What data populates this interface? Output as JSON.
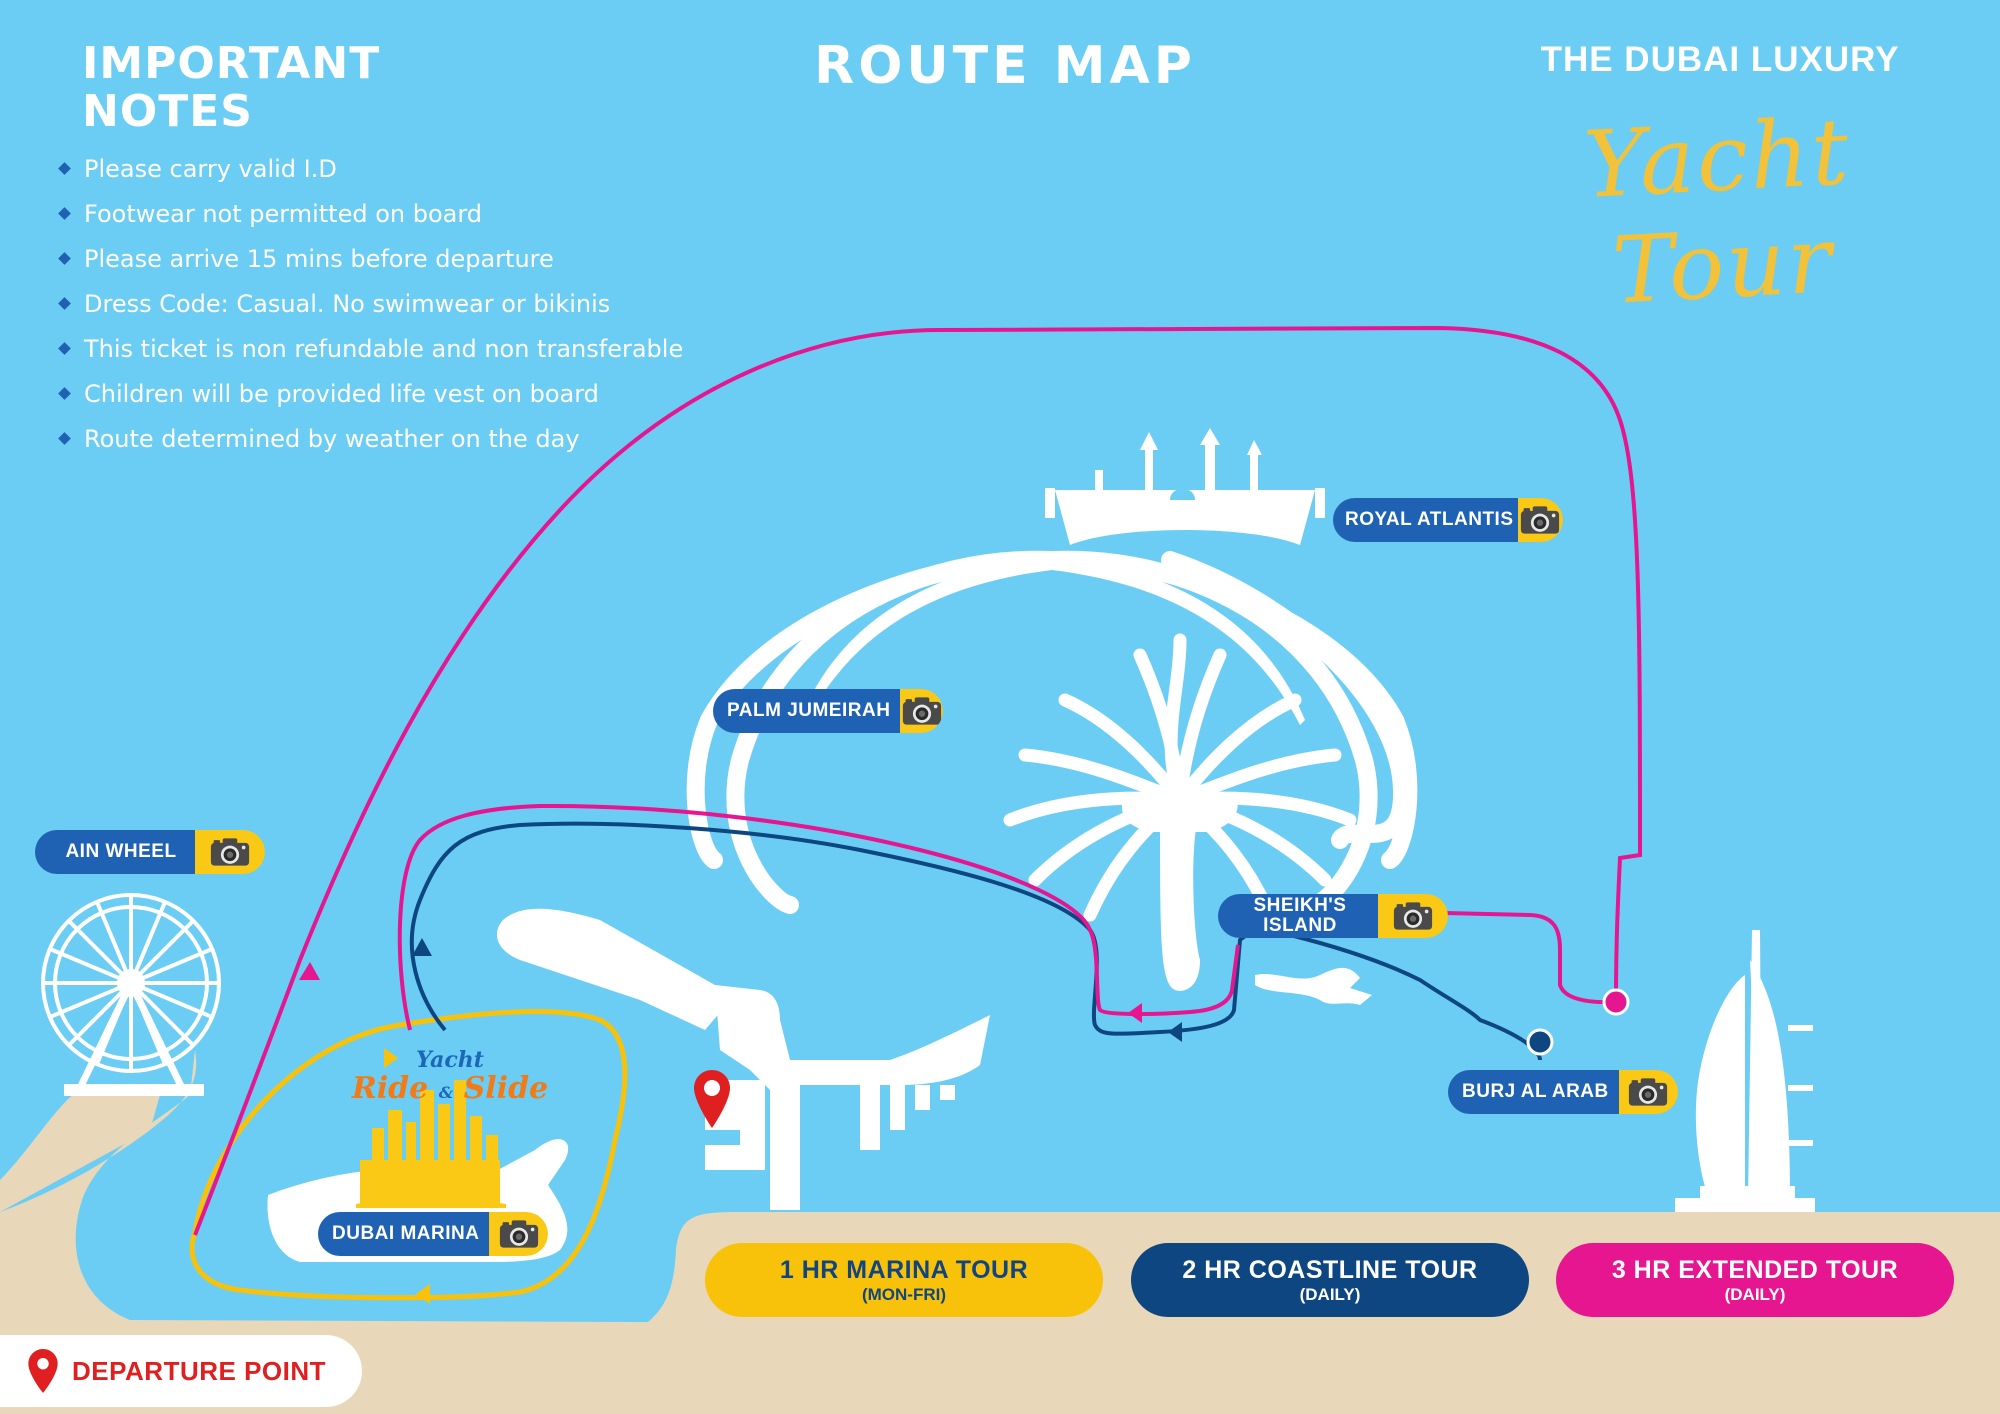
{
  "header": {
    "title": "ROUTE MAP",
    "brand_line": "THE DUBAI LUXURY",
    "brand_script": "Yacht Tour"
  },
  "notes": {
    "title_line1": "IMPORTANT",
    "title_line2": "NOTES",
    "items": [
      "Please carry valid I.D",
      "Footwear not permitted on board",
      "Please arrive 15 mins before departure",
      "Dress Code: Casual. No swimwear or bikinis",
      "This ticket is non refundable and non transferable",
      "Children will be provided life vest on board",
      "Route determined by weather on the day"
    ]
  },
  "locations": {
    "ain_wheel": "AIN WHEEL",
    "palm_jumeirah": "PALM JUMEIRAH",
    "royal_atlantis": "ROYAL ATLANTIS",
    "sheikhs_island_line1": "SHEIKH'S",
    "sheikhs_island_line2": "ISLAND",
    "burj_al_arab": "BURJ AL ARAB",
    "dubai_marina": "DUBAI MARINA"
  },
  "marina_logo": {
    "top": "Yacht",
    "left": "Ride",
    "amp": "&",
    "right": "Slide"
  },
  "tours": [
    {
      "name": "1 HR MARINA TOUR",
      "days": "(MON-FRI)",
      "color": "#f9c20a"
    },
    {
      "name": "2 HR COASTLINE TOUR",
      "days": "(DAILY)",
      "color": "#0d4680"
    },
    {
      "name": "3 HR EXTENDED TOUR",
      "days": "(DAILY)",
      "color": "#e5168f"
    }
  ],
  "departure": {
    "label": "DEPARTURE POINT",
    "icon": "map-pin-icon"
  },
  "colors": {
    "sea": "#6ccdf4",
    "sand": "#e8d7b8",
    "tag_blue": "#1f62b4",
    "camera_yellow": "#f9c916",
    "route_marina": "#f9c20a",
    "route_coastline": "#0d4680",
    "route_extended": "#e5168f",
    "pin_red": "#e02020"
  },
  "icons": {
    "camera": "camera-icon",
    "pin": "map-pin-icon"
  }
}
